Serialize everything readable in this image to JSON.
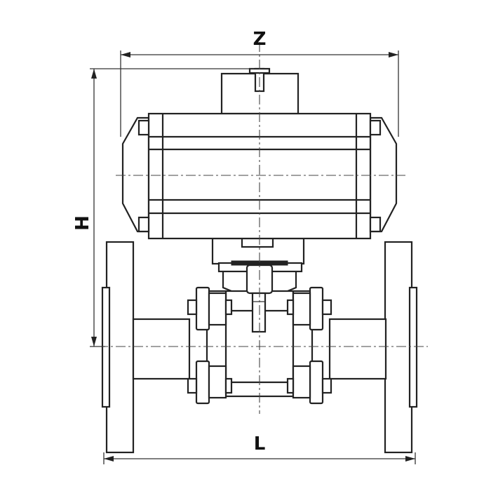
{
  "dimensions": {
    "overall_width_label": "Z",
    "height_label": "H",
    "face_to_face_label": "L"
  }
}
